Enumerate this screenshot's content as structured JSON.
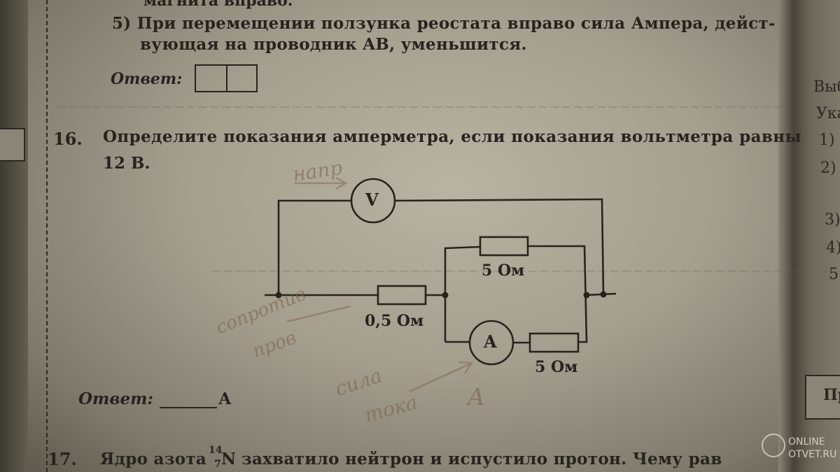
{
  "top": {
    "cut_line": "магнита вправо.",
    "option5_line1": "5) При перемещении ползунка реостата вправо сила Ампера, дейст-",
    "option5_line2": "вующая на проводник AB, уменьшится.",
    "answer_label": "Ответ:"
  },
  "q16": {
    "number": "16.",
    "text_line1": "Определите показания амперметра, если показания вольтметра равны",
    "text_line2": "12 В.",
    "answer_label": "Ответ:",
    "answer_unit": "А"
  },
  "circuit": {
    "voltmeter": "V",
    "ammeter": "A",
    "r_top": "5 Ом",
    "r_series": "0,5 Ом",
    "r_bottom": "5 Ом"
  },
  "q17": {
    "number": "17.",
    "text": "Ядро азота",
    "isotope_mass": "14",
    "isotope_charge": "7",
    "isotope_symbol": "N",
    "text_rest": "захватило нейтрон и испустило протон. Чему рав"
  },
  "right_page": {
    "lines": [
      "Выб",
      "Ука",
      "1)",
      "2)",
      "3)",
      "4)",
      "5"
    ],
    "box_letter": "Пр"
  },
  "handwriting": {
    "h1": "напр",
    "h2": "сопротив",
    "h3": "пров",
    "h4": "сила",
    "h5": "тока",
    "h6": "A"
  },
  "watermark": {
    "line1": "ONLINE",
    "line2": "OTVET.RU"
  }
}
